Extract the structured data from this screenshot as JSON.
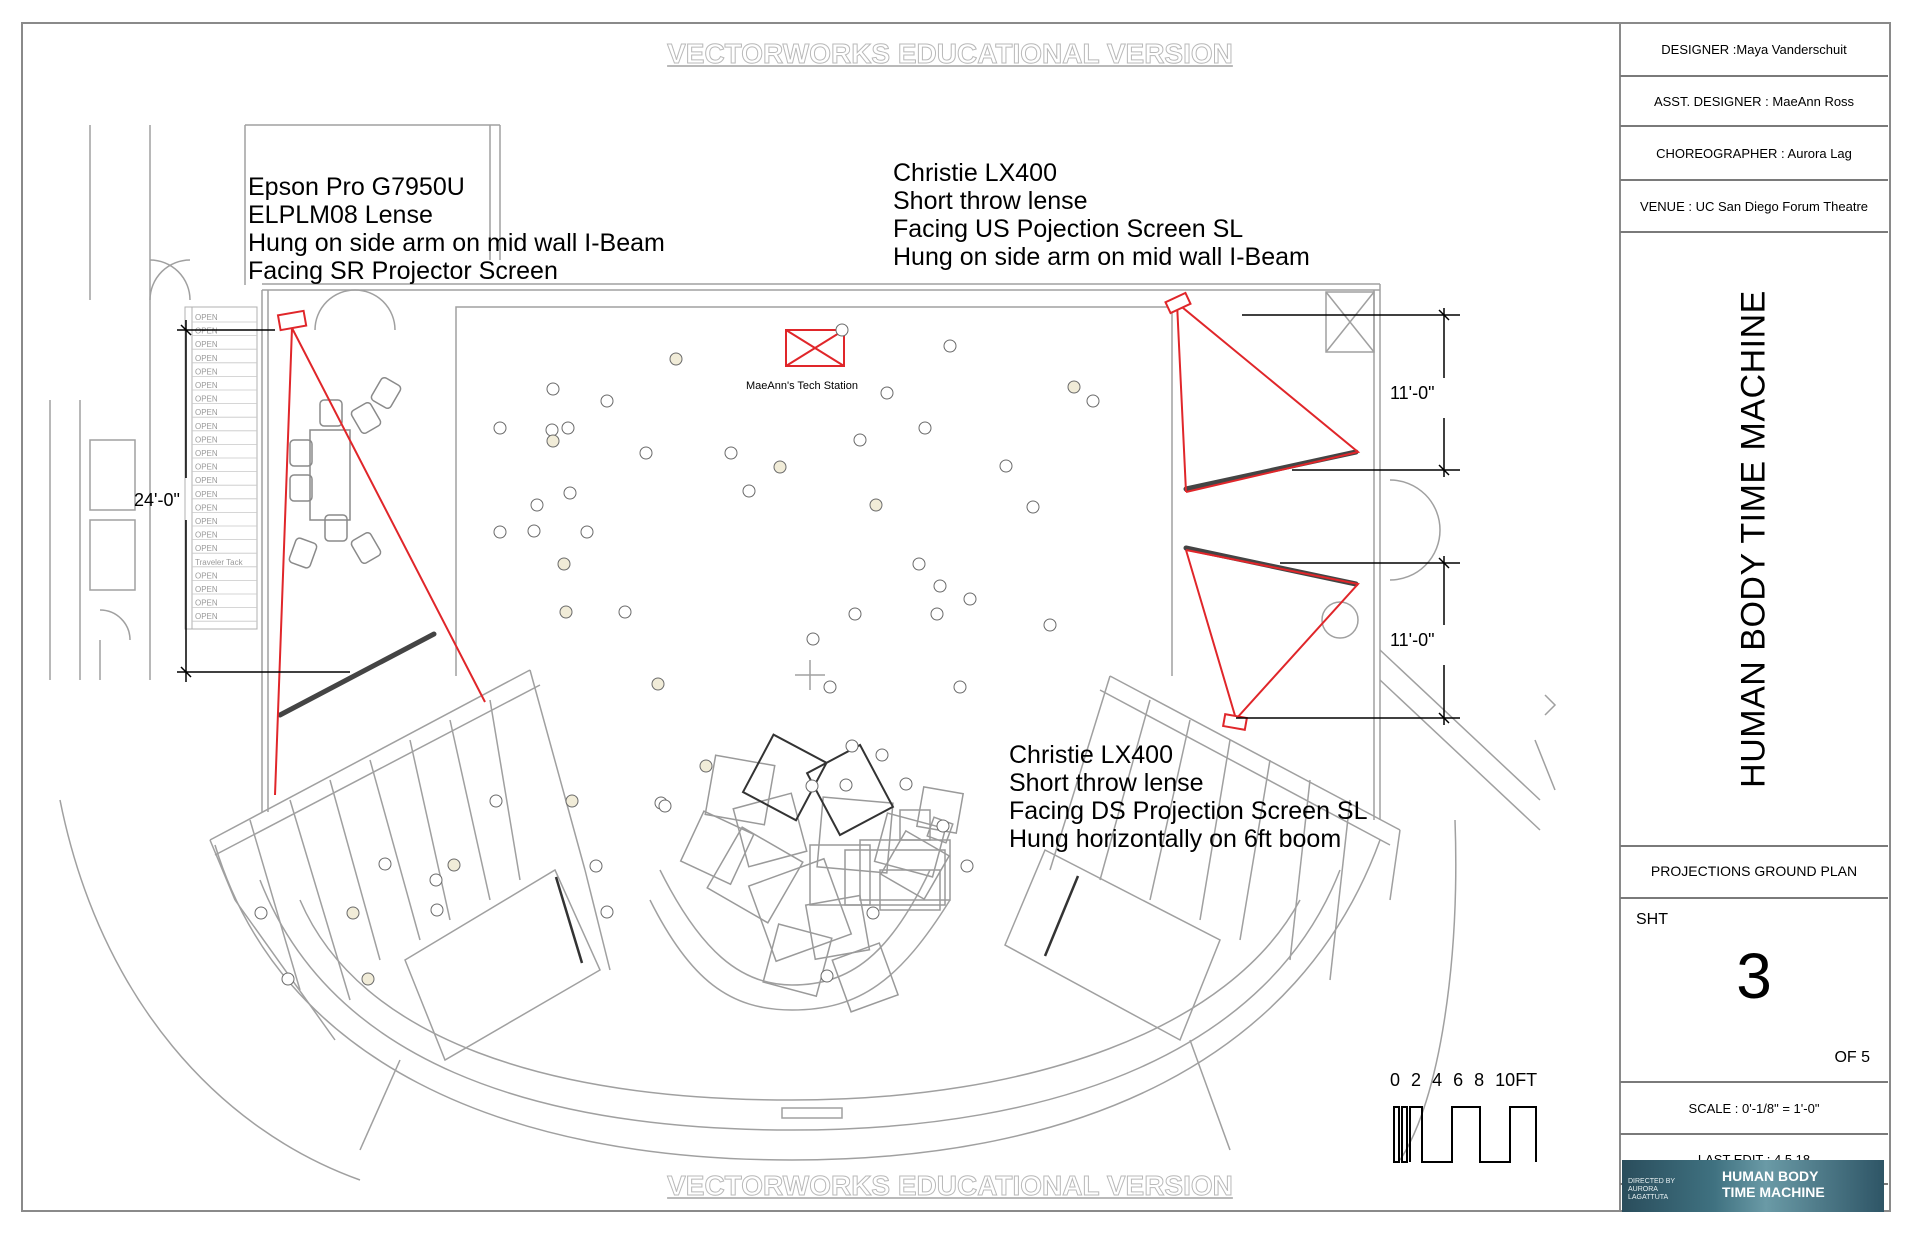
{
  "watermark": "VECTORWORKS EDUCATIONAL VERSION",
  "notes": {
    "epson": [
      "Epson Pro G7950U",
      "ELPLM08 Lense",
      "Hung on side arm on mid wall I-Beam",
      "Facing SR Projector Screen"
    ],
    "christie_us": [
      "Christie LX400",
      "Short throw lense",
      "Facing US Pojection Screen SL",
      "Hung on side arm on mid wall I-Beam"
    ],
    "christie_ds": [
      "Christie LX400",
      "Short throw lense",
      "Facing DS Projection Screen SL",
      "Hung horizontally on 6ft boom"
    ]
  },
  "dimensions": {
    "sr_distance": "24'-0\"",
    "us_distance": "11'-0\"",
    "ds_distance": "11'-0\""
  },
  "tech_station": "MaeAnn's Tech Station",
  "lineset": {
    "labels": [
      "OPEN",
      "OPEN",
      "OPEN",
      "OPEN",
      "OPEN",
      "OPEN",
      "OPEN",
      "OPEN",
      "OPEN",
      "OPEN",
      "OPEN",
      "OPEN",
      "OPEN",
      "OPEN",
      "OPEN",
      "OPEN",
      "OPEN",
      "OPEN",
      "Traveler Tack",
      "OPEN",
      "OPEN",
      "OPEN",
      "OPEN"
    ]
  },
  "scale_bar": {
    "ticks": [
      "0",
      "2",
      "4",
      "6",
      "8",
      "10"
    ],
    "unit": "FT"
  },
  "title_block": {
    "designer": "DESIGNER :Maya Vanderschuit",
    "asst_designer": "ASST. DESIGNER : MaeAnn Ross",
    "choreographer": "CHOREOGRAPHER : Aurora Lag",
    "venue": "VENUE : UC San Diego Forum Theatre",
    "show_title": "HUMAN BODY TIME MACHINE",
    "plan_name": "PROJECTIONS GROUND PLAN",
    "sheet_label": "SHT",
    "sheet_number": "3",
    "sheet_total": "OF 5",
    "scale": "SCALE : 0'-1/8\" = 1'-0\"",
    "last_edit": "LAST EDIT : 4.5.18"
  },
  "thumbnail": {
    "title_line1": "HUMAN BODY",
    "title_line2": "TIME MACHINE",
    "credit": "DIRECTED BY AURORA LAGATTUTA"
  },
  "colors": {
    "projector_lines": "#e0262a",
    "screens": "#444444",
    "architecture": "#9a9a9a"
  }
}
